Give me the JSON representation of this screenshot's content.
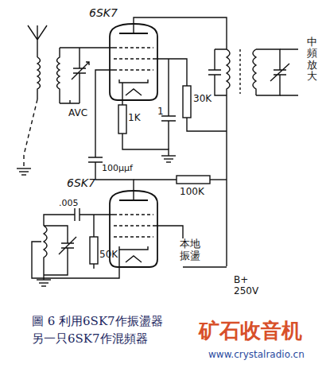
{
  "diagram": {
    "caption": "圖 6 利用6SK7作振盪器 另一只6SK7作混頻器",
    "labels": [
      "6SK7",
      "AVC",
      "1K",
      "1",
      "30K",
      "中頻放大",
      "100μμf",
      "6SK7",
      ".005",
      "100K",
      "50K",
      "本地振盪",
      "B+ 250V",
      "矿石收音机",
      "www.crystalradio.cn"
    ]
  }
}
